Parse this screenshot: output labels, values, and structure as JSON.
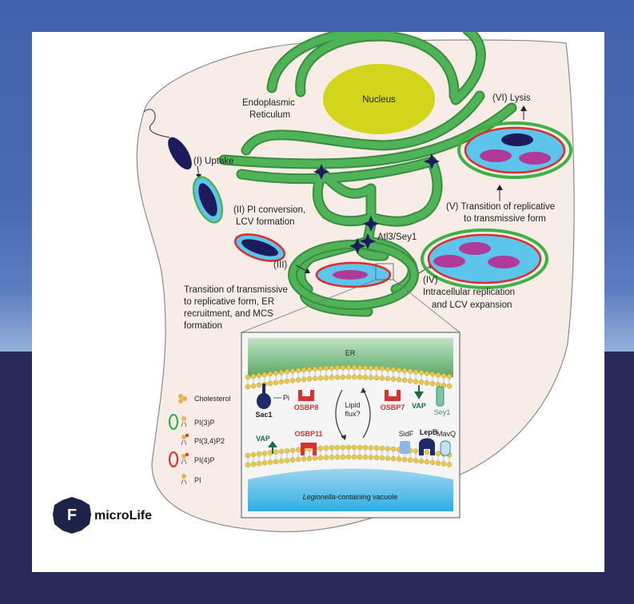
{
  "labels": {
    "nucleus": "Nucleus",
    "er_line1": "Endoplasmic",
    "er_line2": "Reticulum",
    "uptake": "(I) Uptake",
    "pi_conv_line1": "(II) PI conversion,",
    "pi_conv_line2": "LCV formation",
    "step3": "(III)",
    "step3_desc_line1": "Transition of transmissive",
    "step3_desc_line2": "to replicative form, ER",
    "step3_desc_line3": "recruitment, and MCS",
    "step3_desc_line4": "formation",
    "atl3": "Atl3/Sey1",
    "step4_line1": "(IV)",
    "step4_line2": "Intracellular replication",
    "step4_line3": "and LCV expansion",
    "step5_line1": "(V) Transition of replicative",
    "step5_line2": "to transmissive form",
    "step6": "(VI) Lysis"
  },
  "inset": {
    "er": "ER",
    "vacuole_italic": "Legionella",
    "vacuole_rest": "-containing vacuole",
    "lipid_line1": "Lipid",
    "lipid_line2": "flux?",
    "pi": "Pi",
    "proteins": {
      "sac1": "Sac1",
      "osbp8": "OSBP8",
      "osbp7": "OSBP7",
      "vap_top": "VAP",
      "sey1": "Sey1",
      "osbp11": "OSBP11",
      "vap_bottom": "VAP",
      "sidf": "SidF",
      "lepb": "LepB",
      "mavq": "MavQ"
    }
  },
  "legend": [
    {
      "label": "Cholesterol",
      "icon": "cholesterol-icon"
    },
    {
      "label": "PI(3)P",
      "icon": "pi3p-icon",
      "color": "#2aa84a"
    },
    {
      "label": "PI(3,4)P2",
      "icon": "pi34p2-icon"
    },
    {
      "label": "PI(4)P",
      "icon": "pi4p-icon",
      "color": "#e02b2b"
    },
    {
      "label": "PI",
      "icon": "pi-icon"
    }
  ],
  "logo": {
    "text": "microLife",
    "letter": "F"
  },
  "colors": {
    "er_green": "#3f9a45",
    "nucleus": "#d3d41c",
    "cell_fill": "#f7ede6",
    "vacuole_blue": "#5dc4ec",
    "bacterium_navy": "#1c1b5c",
    "bacterium_magenta": "#b03a97"
  }
}
